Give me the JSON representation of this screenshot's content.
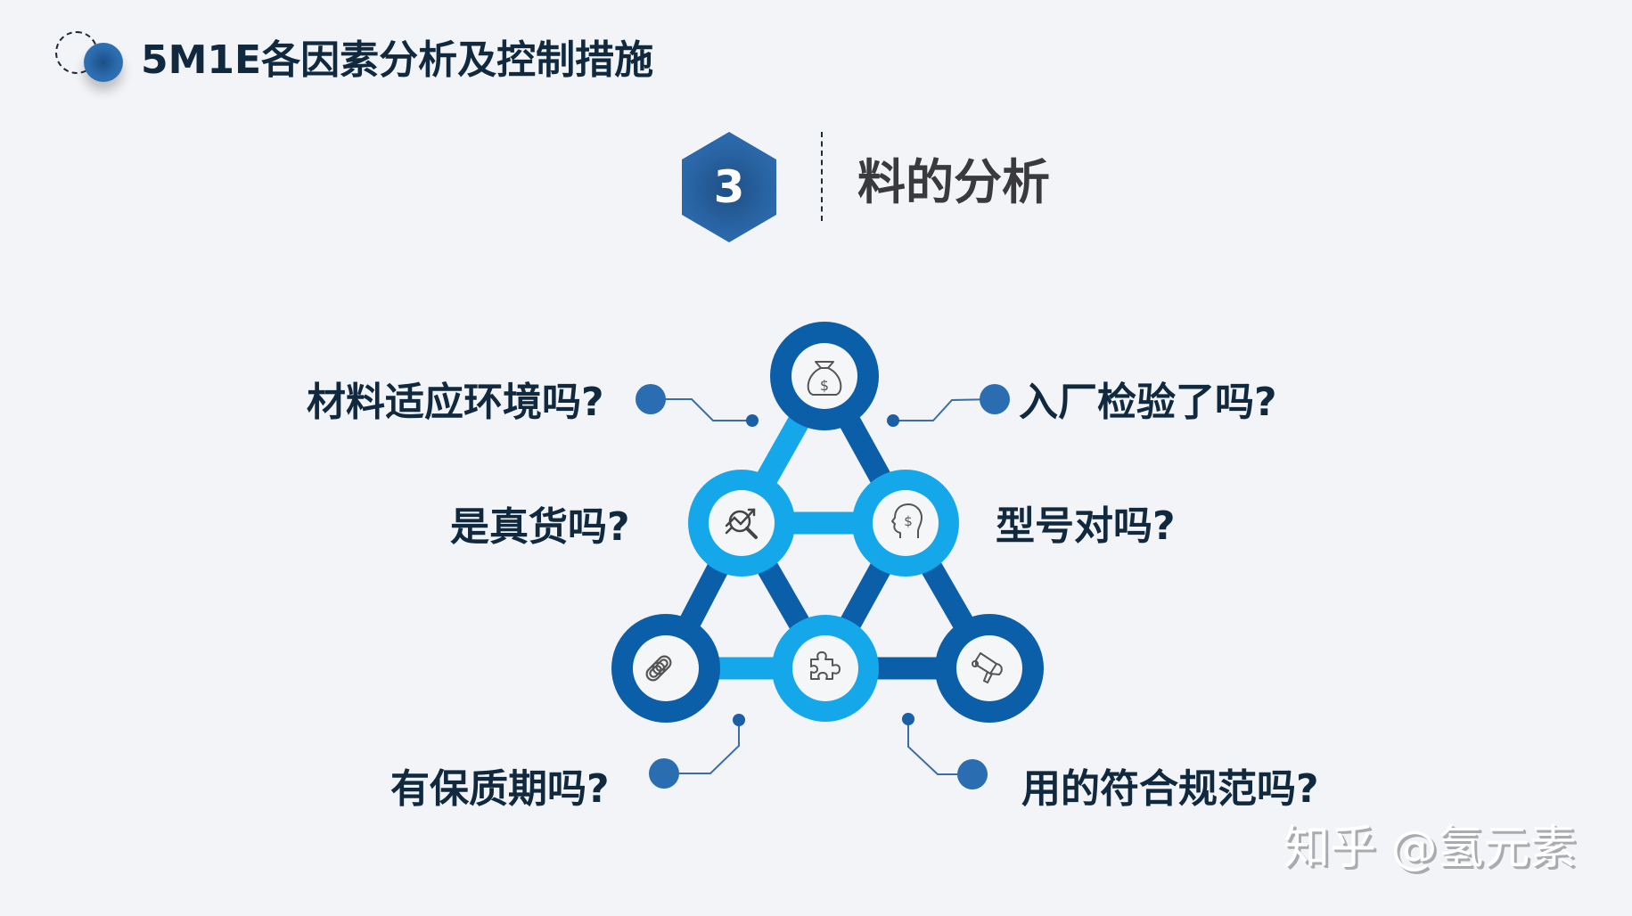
{
  "header": {
    "title": "5M1E各因素分析及控制措施"
  },
  "section": {
    "number": "3",
    "title": "料的分析"
  },
  "colors": {
    "background": "#f2f4f8",
    "dark_blue": "#0b5ea8",
    "light_blue": "#14a8ea",
    "text_dark": "#10293f",
    "accent_dot": "#2a6db0"
  },
  "diagram": {
    "nodes": [
      {
        "id": "top",
        "icon": "money-bag-icon",
        "ring": "dark"
      },
      {
        "id": "mid-left",
        "icon": "chart-analysis-icon",
        "ring": "light"
      },
      {
        "id": "mid-right",
        "icon": "head-dollar-icon",
        "ring": "light"
      },
      {
        "id": "bottom-left",
        "icon": "chain-link-icon",
        "ring": "dark"
      },
      {
        "id": "bottom-middle",
        "icon": "puzzle-icon",
        "ring": "light"
      },
      {
        "id": "bottom-right",
        "icon": "megaphone-icon",
        "ring": "dark"
      }
    ]
  },
  "questions": {
    "top_left": "材料适应环境吗?",
    "top_right": "入厂检验了吗?",
    "mid_left": "是真货吗?",
    "mid_right": "型号对吗?",
    "bottom_left": "有保质期吗?",
    "bottom_right": "用的符合规范吗?"
  },
  "watermark": "知乎 @氢元素"
}
